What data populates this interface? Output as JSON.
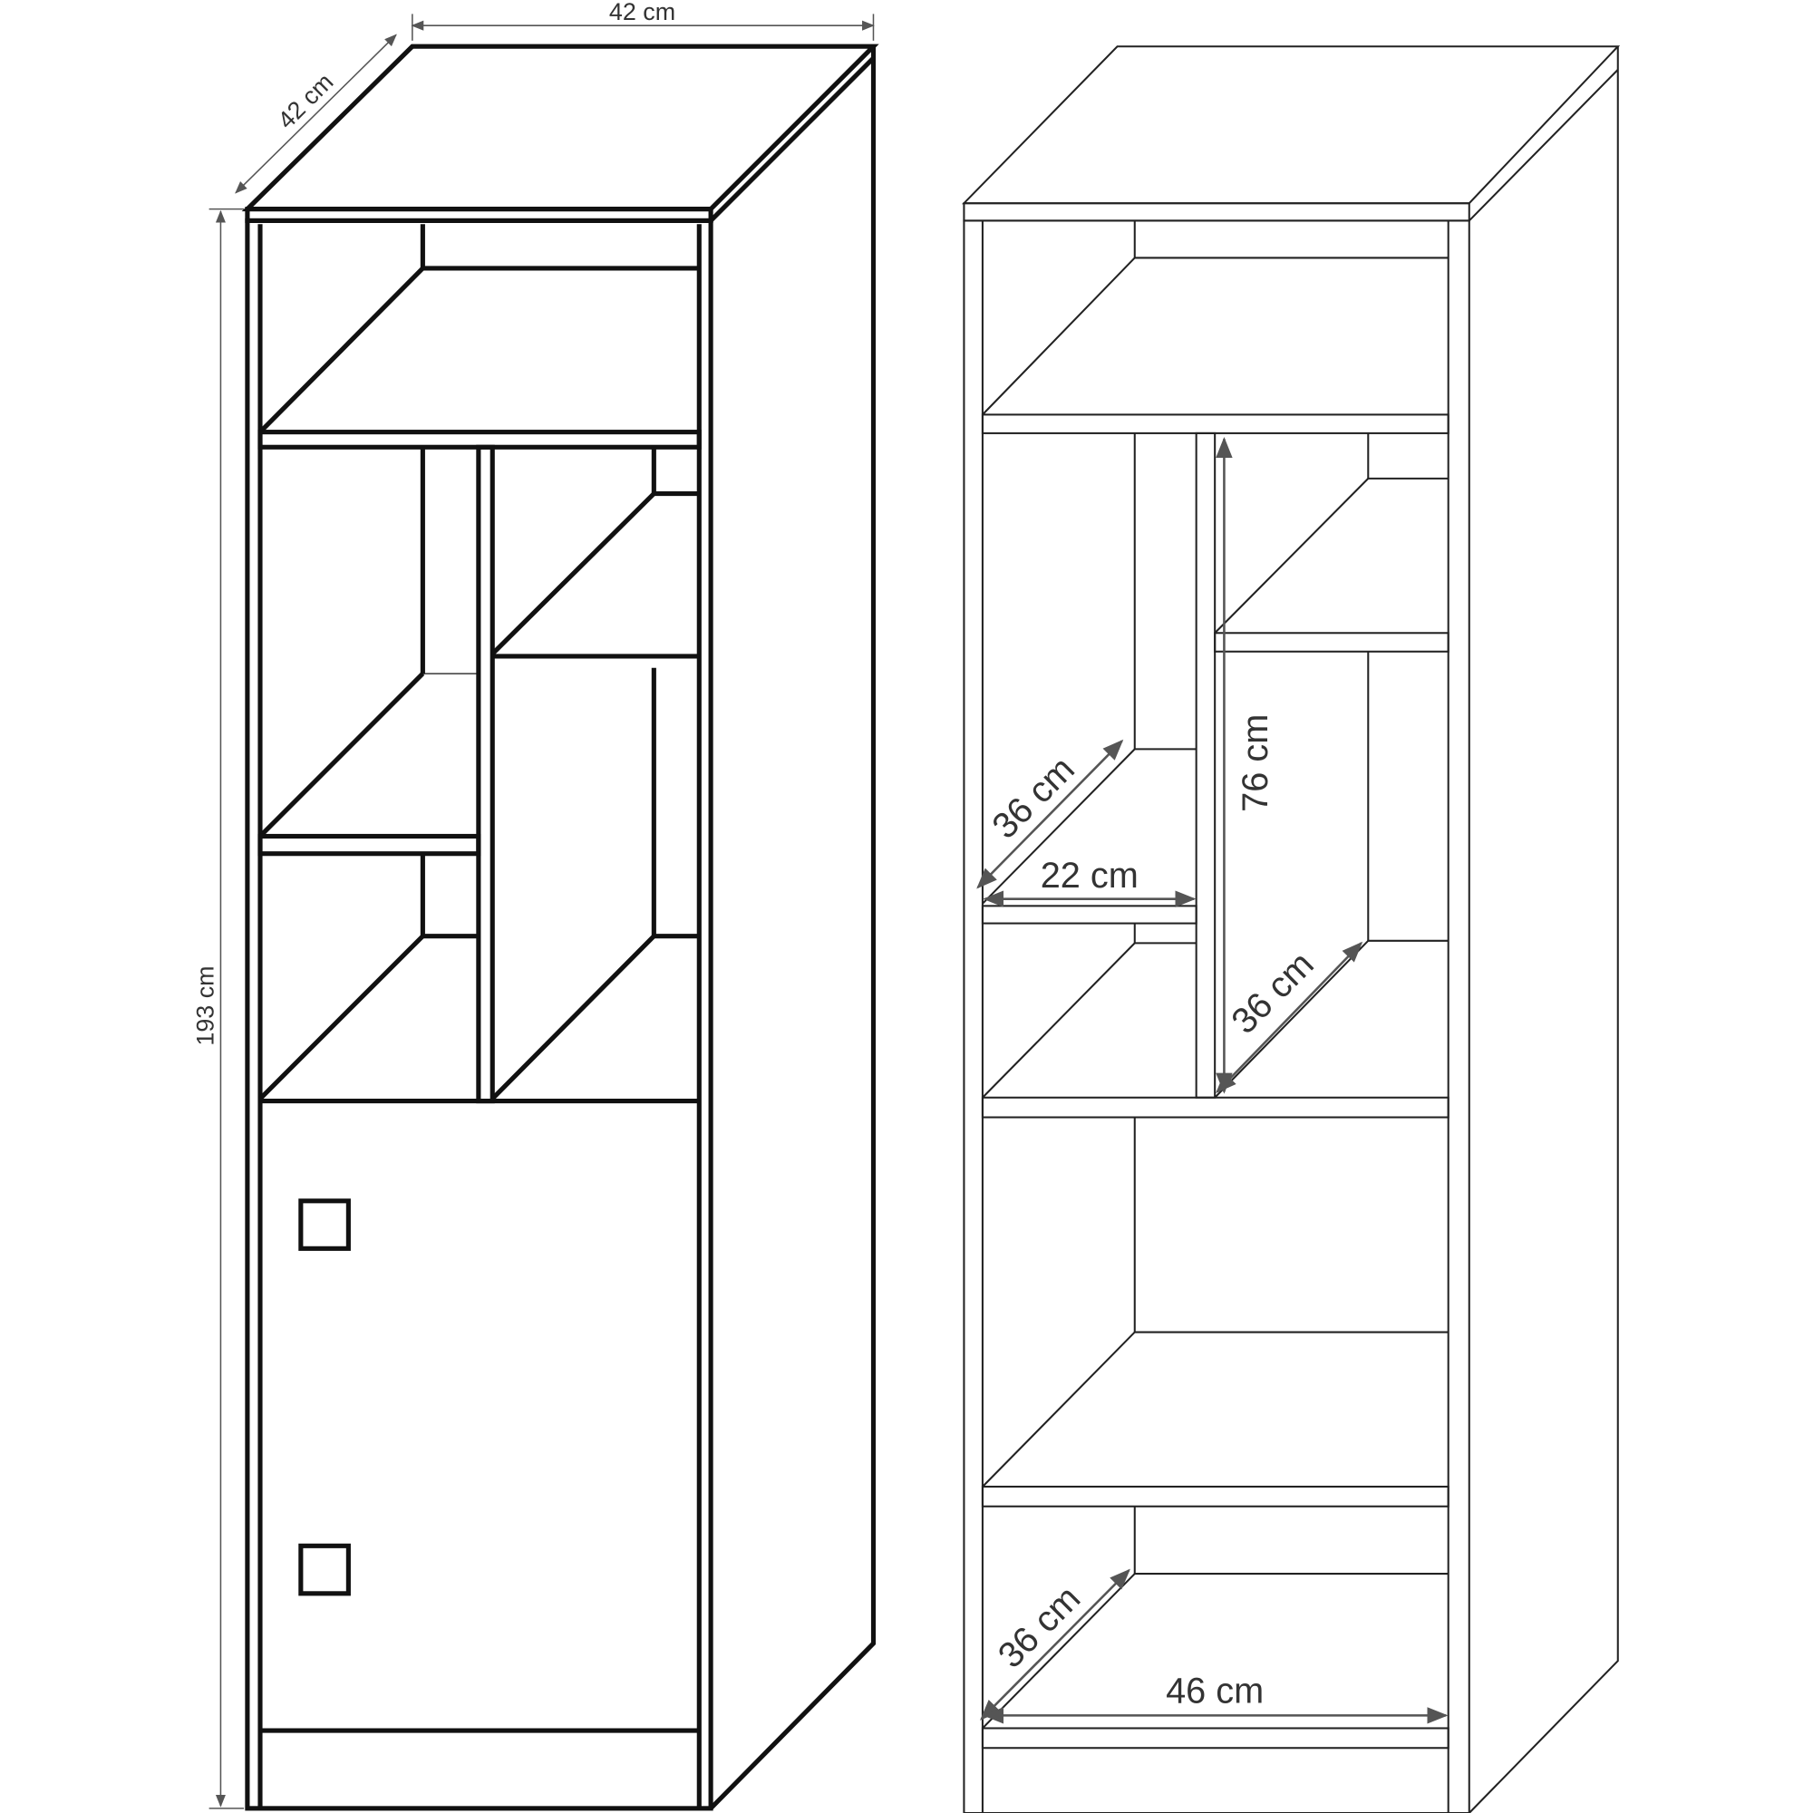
{
  "title": "Cabinet dimension drawing",
  "left_view": {
    "dimensions": {
      "width": "42 cm",
      "depth": "42 cm",
      "height": "193 cm"
    }
  },
  "right_view": {
    "dimensions": {
      "upper_left_shelf_depth": "36 cm",
      "upper_left_shelf_width": "22 cm",
      "right_column_height": "76 cm",
      "right_column_shelf_depth": "36 cm",
      "bottom_shelf_depth": "36 cm",
      "bottom_shelf_width": "46 cm"
    }
  },
  "colors": {
    "line": "#111111",
    "dimension": "#555555"
  }
}
